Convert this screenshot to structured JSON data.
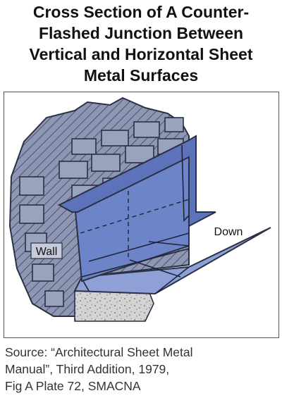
{
  "title": {
    "lines": [
      "Cross Section of A Counter-",
      "Flashed Junction Between",
      "Vertical and Horizontal Sheet",
      "Metal Surfaces"
    ]
  },
  "diagram": {
    "labels": {
      "wall": "Wall",
      "down": "Down"
    },
    "colors": {
      "brick": "#8d97b3",
      "outline": "#2b3044",
      "sheet_metal": "#6d84c8",
      "sheet_metal_dark": "#4f65ad",
      "floor": "#8ea0d6",
      "concrete": "#d2d3d2"
    }
  },
  "source": {
    "lines": [
      "Source: “Architectural Sheet Metal",
      "Manual”, Third Addition, 1979,",
      "Fig A Plate 72, SMACNA"
    ]
  }
}
